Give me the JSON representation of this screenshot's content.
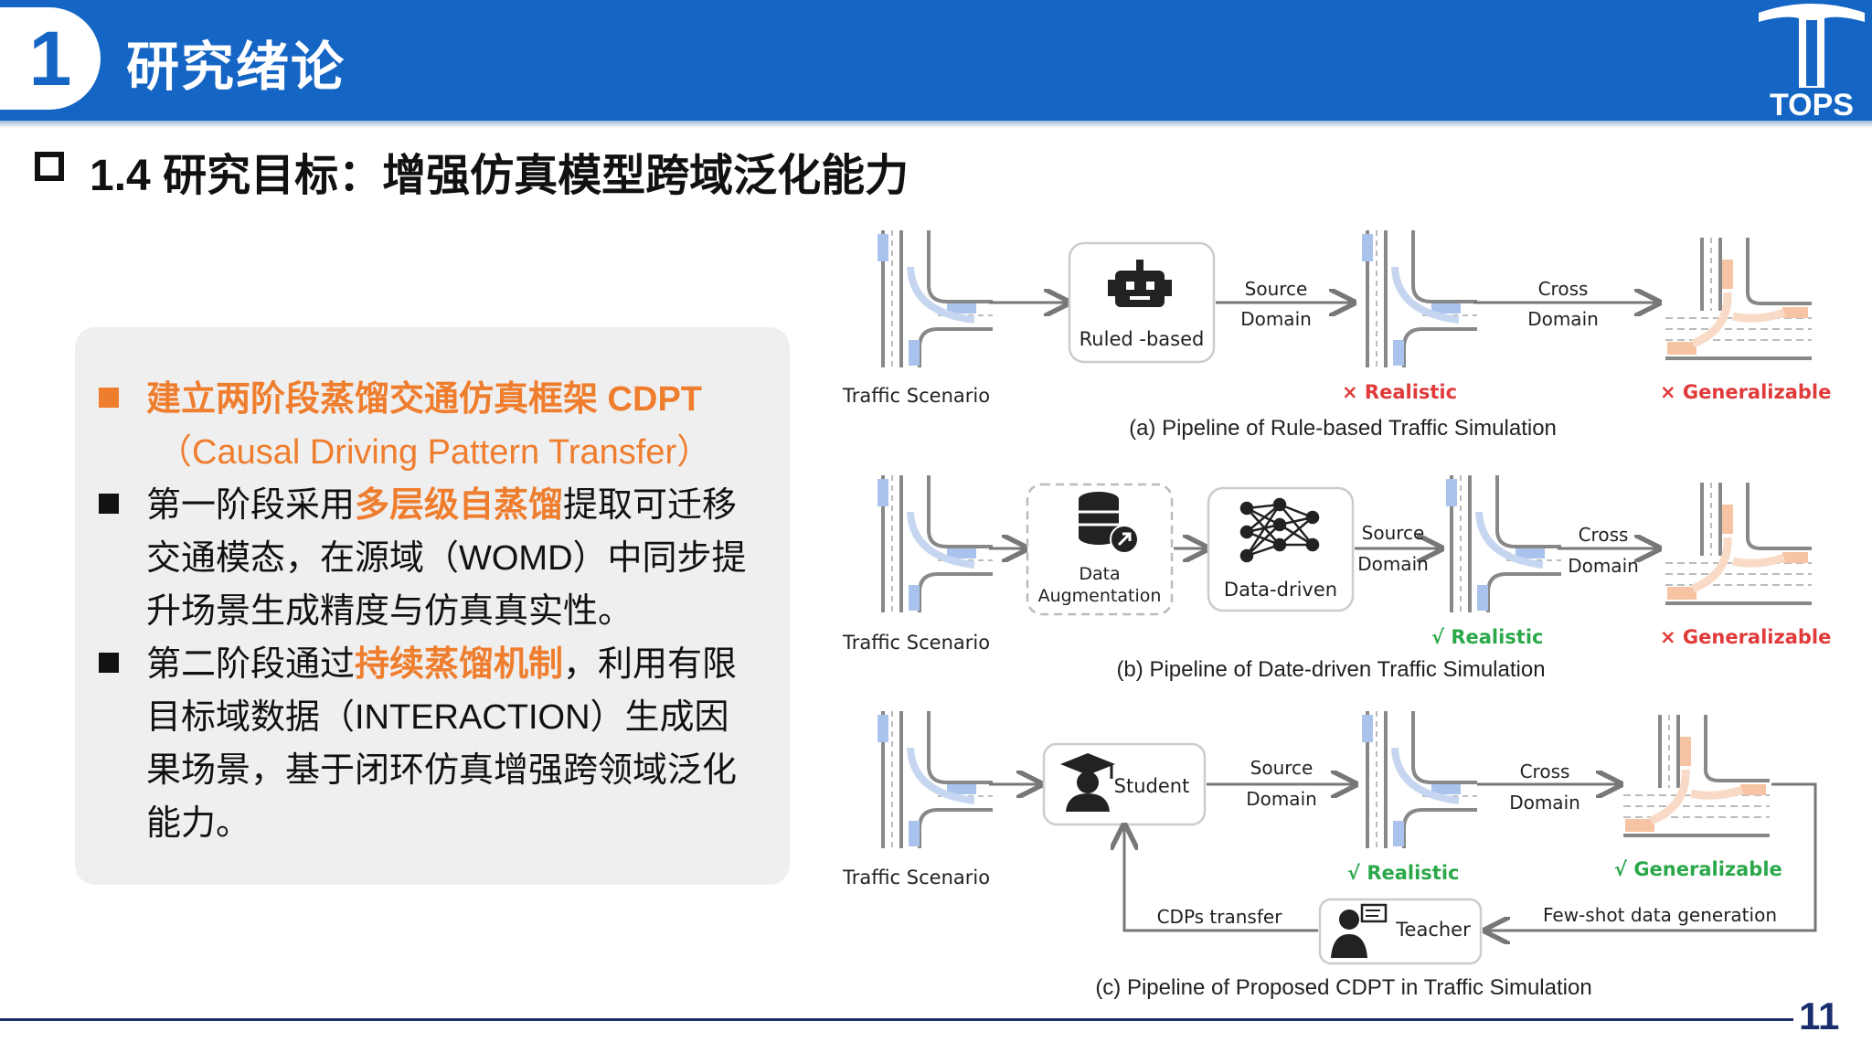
{
  "header": {
    "number": "1",
    "title": "研究绪论",
    "logo_text": "TOPS"
  },
  "subtitle": "1.4 研究目标：增强仿真模型跨域泛化能力",
  "bullets": {
    "b1_line1": "建立两阶段蒸馏交通仿真框架 CDPT",
    "b1_line2": "（Causal Driving Pattern Transfer）",
    "b2_line1_a": "第一阶段采用",
    "b2_line1_b": "多层级自蒸馏",
    "b2_line1_c": "提取可迁移",
    "b2_line2": "交通模态，在源域（WOMD）中同步提",
    "b2_line3": "升场景生成精度与仿真真实性。",
    "b3_line1_a": "第二阶段通过",
    "b3_line1_b": "持续蒸馏机制",
    "b3_line1_c": "，利用有限",
    "b3_line2": "目标域数据（INTERACTION）生成因",
    "b3_line3": "果场景，基于闭环仿真增强跨领域泛化",
    "b3_line4": "能力。"
  },
  "diagram": {
    "row_a": {
      "input_label": "Traffic Scenario",
      "model_label": "Ruled -based",
      "source_line1": "Source",
      "source_line2": "Domain",
      "cross_line1": "Cross",
      "cross_line2": "Domain",
      "status_realistic": "× Realistic",
      "status_general": "× Generalizable",
      "caption": "(a) Pipeline of Rule-based Traffic Simulation"
    },
    "row_b": {
      "input_label": "Traffic Scenario",
      "aug_line1": "Data",
      "aug_line2": "Augmentation",
      "model_label": "Data-driven",
      "source_line1": "Source",
      "source_line2": "Domain",
      "cross_line1": "Cross",
      "cross_line2": "Domain",
      "status_realistic": "√ Realistic",
      "status_general": "× Generalizable",
      "caption": "(b) Pipeline of Date-driven Traffic Simulation"
    },
    "row_c": {
      "input_label": "Traffic Scenario",
      "student_label": "Student",
      "teacher_label": "Teacher",
      "source_line1": "Source",
      "source_line2": "Domain",
      "cross_line1": "Cross",
      "cross_line2": "Domain",
      "status_realistic": "√ Realistic",
      "status_general": "√ Generalizable",
      "transfer_label": "CDPs transfer",
      "fewshot_label": "Few-shot data generation",
      "caption": "(c) Pipeline of Proposed CDPT in Traffic Simulation"
    }
  },
  "page_number": "11",
  "colors": {
    "primary": "#1565c5",
    "accent": "#ef7d2e",
    "red": "#e03a3a",
    "green": "#2aa84a",
    "lane_blue": "#a9c3ec",
    "lane_orange": "#f6c3a3"
  }
}
